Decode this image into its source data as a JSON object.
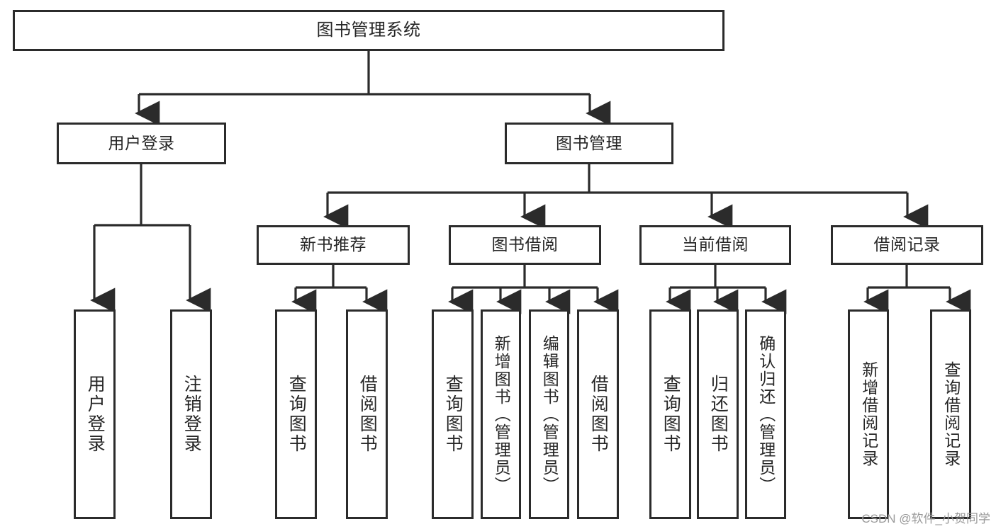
{
  "diagram": {
    "title": "图书管理系统",
    "type": "tree",
    "watermark": "CSDN @软件_小贺同学",
    "colors": {
      "stroke": "#2b2b2b",
      "text": "#262626",
      "background": "#ffffff",
      "watermark": "#9a9a9a"
    },
    "nodes": {
      "root": {
        "label": "图书管理系统"
      },
      "level2": [
        {
          "label": "用户登录"
        },
        {
          "label": "图书管理"
        }
      ],
      "level3": [
        {
          "label": "新书推荐"
        },
        {
          "label": "图书借阅"
        },
        {
          "label": "当前借阅"
        },
        {
          "label": "借阅记录"
        }
      ],
      "leaves_user_login": [
        {
          "label": "用户登录"
        },
        {
          "label": "注销登录"
        }
      ],
      "leaves_new_book": [
        {
          "label": "查询图书"
        },
        {
          "label": "借阅图书"
        }
      ],
      "leaves_borrow": [
        {
          "label": "查询图书"
        },
        {
          "label": "新增图书（管理员）"
        },
        {
          "label": "编辑图书（管理员）"
        },
        {
          "label": "借阅图书"
        }
      ],
      "leaves_current": [
        {
          "label": "查询图书"
        },
        {
          "label": "归还图书"
        },
        {
          "label": "确认归还（管理员）"
        }
      ],
      "leaves_records": [
        {
          "label": "新增借阅记录"
        },
        {
          "label": "查询借阅记录"
        }
      ]
    }
  }
}
